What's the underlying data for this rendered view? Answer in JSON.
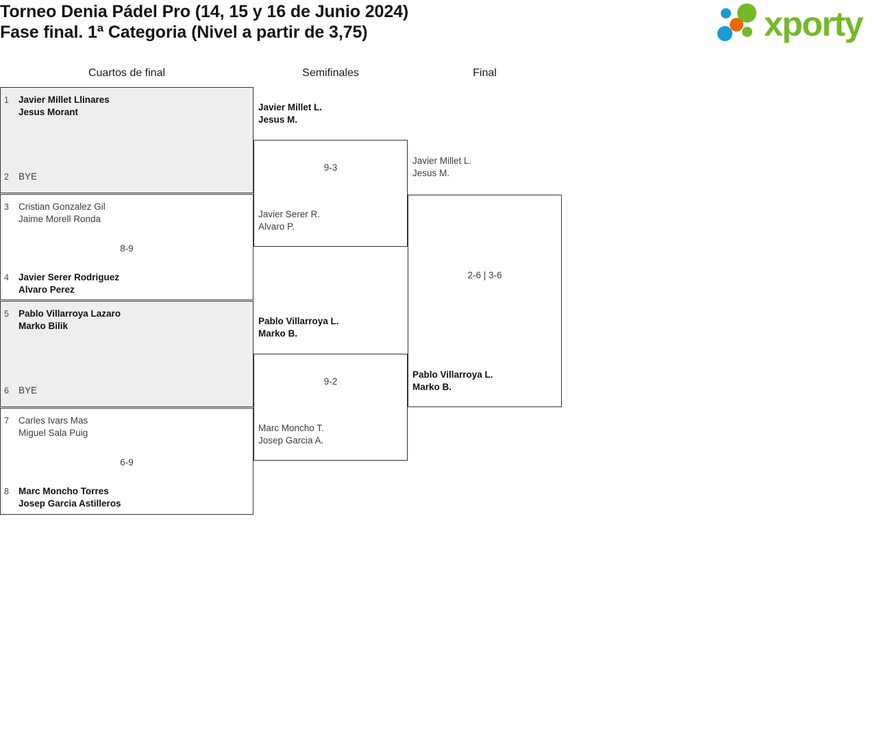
{
  "header": {
    "title_line1": "Torneo Denia Pádel Pro (14, 15 y 16 de Junio 2024)",
    "title_line2": "Fase final. 1ª Categoria (Nivel a partir de 3,75)",
    "logo_text": "xporty",
    "logo_colors": {
      "green": "#76b82a",
      "orange": "#e8690b",
      "blue": "#1b9ad6"
    }
  },
  "rounds": {
    "quarterfinals_label": "Cuartos de final",
    "semifinals_label": "Semifinales",
    "final_label": "Final"
  },
  "quarterfinals": [
    {
      "bye": true,
      "top": {
        "seed": "1",
        "p1": "Javier Millet Llinares",
        "p2": "Jesus Morant",
        "winner": true
      },
      "bottom": {
        "seed": "2",
        "p1": "BYE",
        "p2": "",
        "winner": false
      },
      "score": ""
    },
    {
      "bye": false,
      "top": {
        "seed": "3",
        "p1": "Cristian Gonzalez Gil",
        "p2": "Jaime Morell Ronda",
        "winner": false
      },
      "bottom": {
        "seed": "4",
        "p1": "Javier Serer Rodriguez",
        "p2": "Alvaro Perez",
        "winner": true
      },
      "score": "8-9"
    },
    {
      "bye": true,
      "top": {
        "seed": "5",
        "p1": "Pablo Villarroya Lazaro",
        "p2": "Marko Bilik",
        "winner": true
      },
      "bottom": {
        "seed": "6",
        "p1": "BYE",
        "p2": "",
        "winner": false
      },
      "score": ""
    },
    {
      "bye": false,
      "top": {
        "seed": "7",
        "p1": "Carles Ivars Mas",
        "p2": "Miguel Sala Puig",
        "winner": false
      },
      "bottom": {
        "seed": "8",
        "p1": "Marc Moncho Torres",
        "p2": "Josep Garcia Astilleros",
        "winner": true
      },
      "score": "6-9"
    }
  ],
  "semifinals": [
    {
      "top": {
        "p1": "Javier Millet L.",
        "p2": "Jesus M.",
        "winner": true
      },
      "bottom": {
        "p1": "Javier Serer R.",
        "p2": "Alvaro P.",
        "winner": false
      },
      "score": "9-3"
    },
    {
      "top": {
        "p1": "Pablo Villarroya L.",
        "p2": "Marko B.",
        "winner": true
      },
      "bottom": {
        "p1": "Marc Moncho T.",
        "p2": "Josep Garcia A.",
        "winner": false
      },
      "score": "9-2"
    }
  ],
  "final": {
    "top": {
      "p1": "Javier Millet L.",
      "p2": "Jesus M.",
      "winner": false
    },
    "bottom": {
      "p1": "Pablo Villarroya L.",
      "p2": "Marko B.",
      "winner": true
    },
    "score": "2-6 | 3-6"
  }
}
